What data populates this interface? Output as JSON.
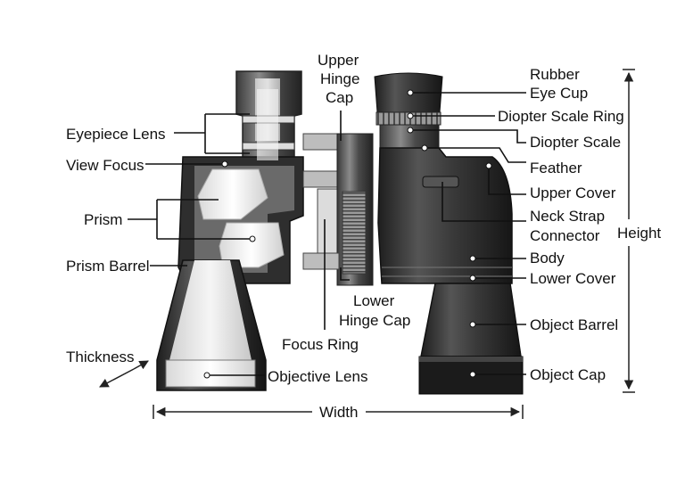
{
  "labels": {
    "eyepiece_lens": "Eyepiece Lens",
    "view_focus": "View Focus",
    "prism": "Prism",
    "prism_barrel": "Prism Barrel",
    "thickness": "Thickness",
    "upper_hinge_cap": [
      "Upper",
      "Hinge",
      "Cap"
    ],
    "lower_hinge_cap": [
      "Lower",
      "Hinge Cap"
    ],
    "focus_ring": "Focus Ring",
    "objective_lens": "Objective Lens",
    "width": "Width",
    "rubber_eye_cup": [
      "Rubber",
      "Eye Cup"
    ],
    "diopter_scale_ring": "Diopter Scale Ring",
    "diopter_scale": "Diopter Scale",
    "feather": "Feather",
    "upper_cover": "Upper Cover",
    "neck_strap_connector": [
      "Neck Strap",
      "Connector"
    ],
    "body": "Body",
    "lower_cover": "Lower Cover",
    "object_barrel": "Object Barrel",
    "object_cap": "Object Cap",
    "height": "Height"
  }
}
